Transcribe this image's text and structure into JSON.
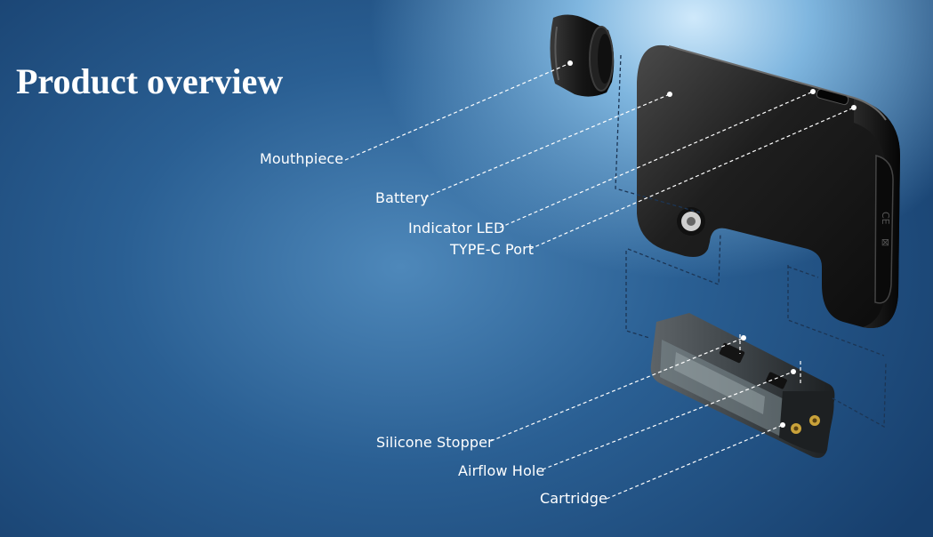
{
  "title": "Product overview",
  "labels": {
    "mouthpiece": "Mouthpiece",
    "battery": "Battery",
    "indicator_led": "Indicator LED",
    "type_c_port": "TYPE-C Port",
    "silicone_stopper": "Silicone Stopper",
    "airflow_hole": "Airflow Hole",
    "cartridge": "Cartridge"
  },
  "colors": {
    "background_dark": "#173f6d",
    "background_light": "#cfe9fb",
    "text": "#ffffff",
    "device_body": "#1a1a1a"
  }
}
